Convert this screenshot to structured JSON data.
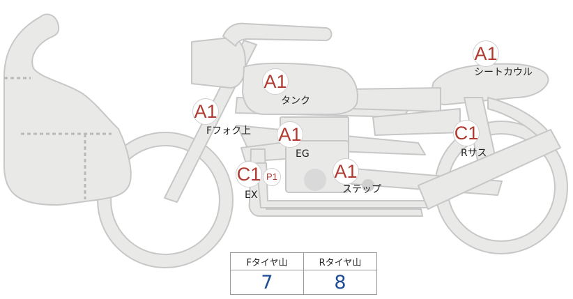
{
  "colors": {
    "body_fill": "#e9e9e8",
    "body_stroke": "#c7c7c7",
    "marker_text": "#b03a30",
    "value_text": "#1f4e96"
  },
  "markers": [
    {
      "code": "A1",
      "label": "シートカウル"
    },
    {
      "code": "A1",
      "label": "タンク"
    },
    {
      "code": "A1",
      "label": "Fフォク上"
    },
    {
      "code": "A1",
      "label": "EG"
    },
    {
      "code": "C1",
      "label": "Rサス"
    },
    {
      "code": "C1",
      "label": "EX"
    },
    {
      "code": "P1",
      "label": ""
    },
    {
      "code": "A1",
      "label": "ステップ"
    }
  ],
  "table": {
    "headers": [
      "Fタイヤ山",
      "Rタイヤ山"
    ],
    "values": [
      "7",
      "8"
    ]
  }
}
